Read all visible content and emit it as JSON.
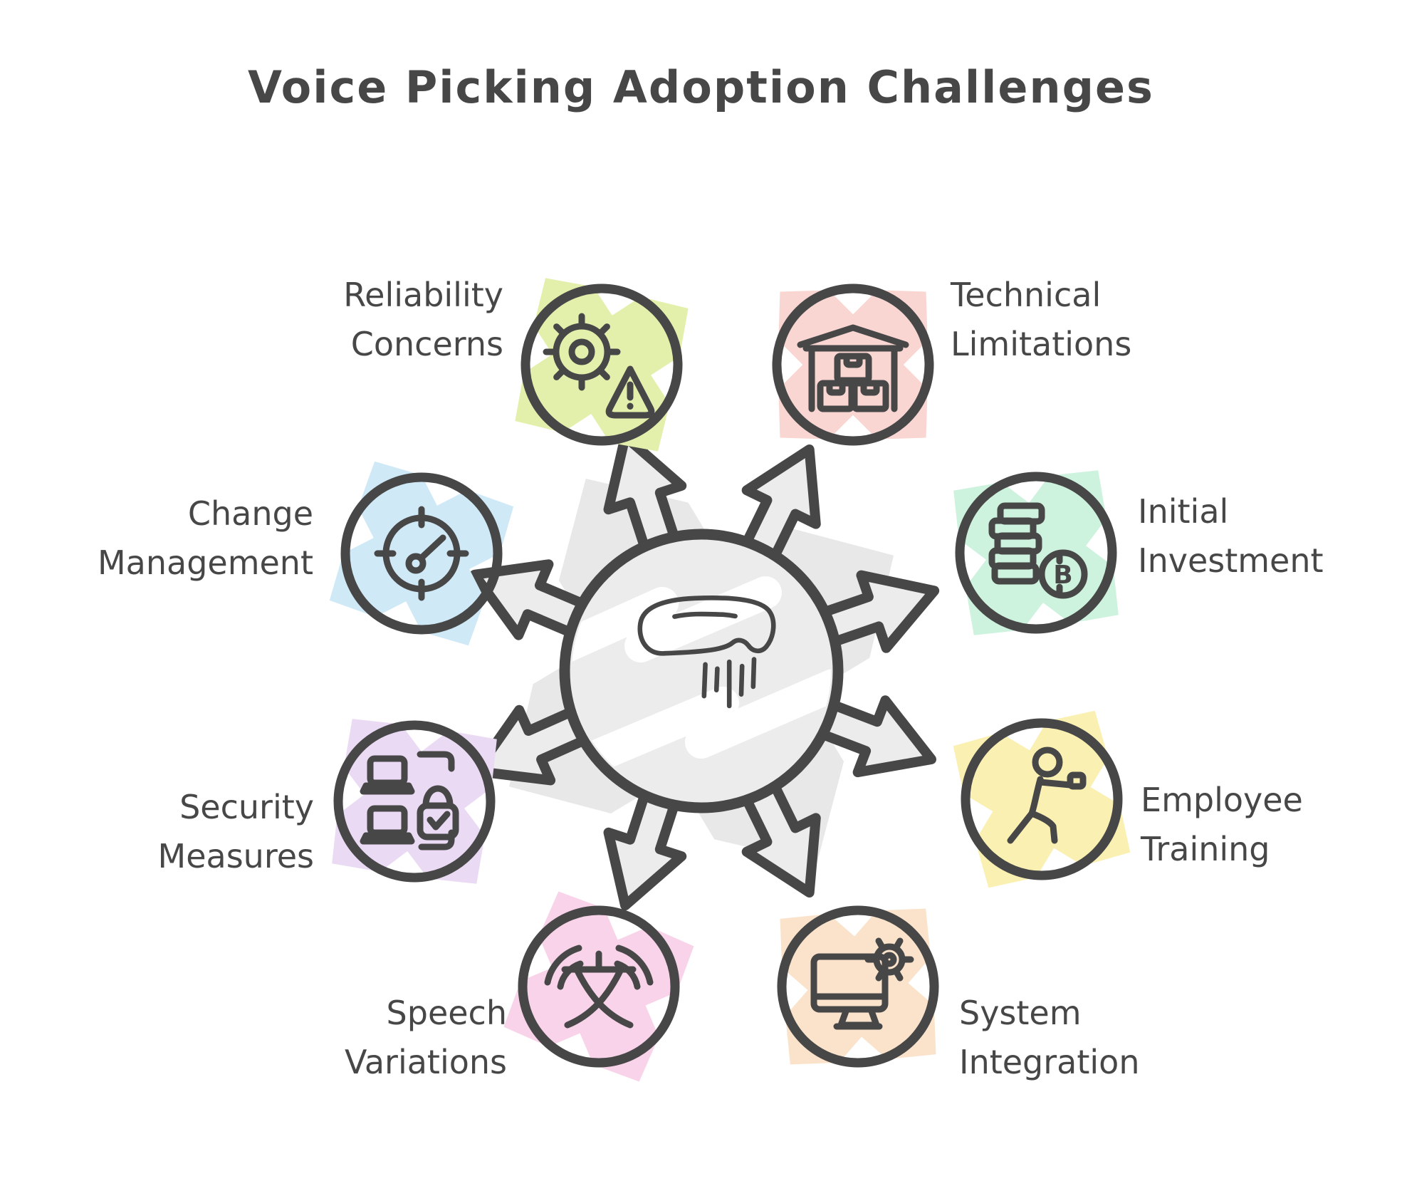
{
  "title": "Voice Picking Adoption Challenges",
  "colors": {
    "outline": "#474747",
    "text": "#474747",
    "hub_fill": "#ececec",
    "hub_back_x": "#e8e8e8"
  },
  "hub": {
    "icon": "voice-mask-doodle",
    "arrow_count": 8
  },
  "nodes": [
    {
      "id": "reliability-concerns",
      "label": "Reliability\nConcerns",
      "icon": "gear-warning-icon",
      "color": "#e3f0ac"
    },
    {
      "id": "technical-limitations",
      "label": "Technical\nLimitations",
      "icon": "warehouse-icon",
      "color": "#f9d6d2"
    },
    {
      "id": "change-management",
      "label": "Change\nManagement",
      "icon": "gauge-icon",
      "color": "#cfe9f7"
    },
    {
      "id": "initial-investment",
      "label": "Initial\nInvestment",
      "icon": "coins-bitcoin-icon",
      "color": "#cdf2de"
    },
    {
      "id": "security-measures",
      "label": "Security\nMeasures",
      "icon": "laptops-lock-icon",
      "color": "#eadaf4"
    },
    {
      "id": "employee-training",
      "label": "Employee\nTraining",
      "icon": "person-training-icon",
      "color": "#faf0b2"
    },
    {
      "id": "speech-variations",
      "label": "Speech\nVariations",
      "icon": "language-waves-icon",
      "color": "#f8d3e9"
    },
    {
      "id": "system-integration",
      "label": "System\nIntegration",
      "icon": "monitor-gear-icon",
      "color": "#fae3ca"
    }
  ]
}
